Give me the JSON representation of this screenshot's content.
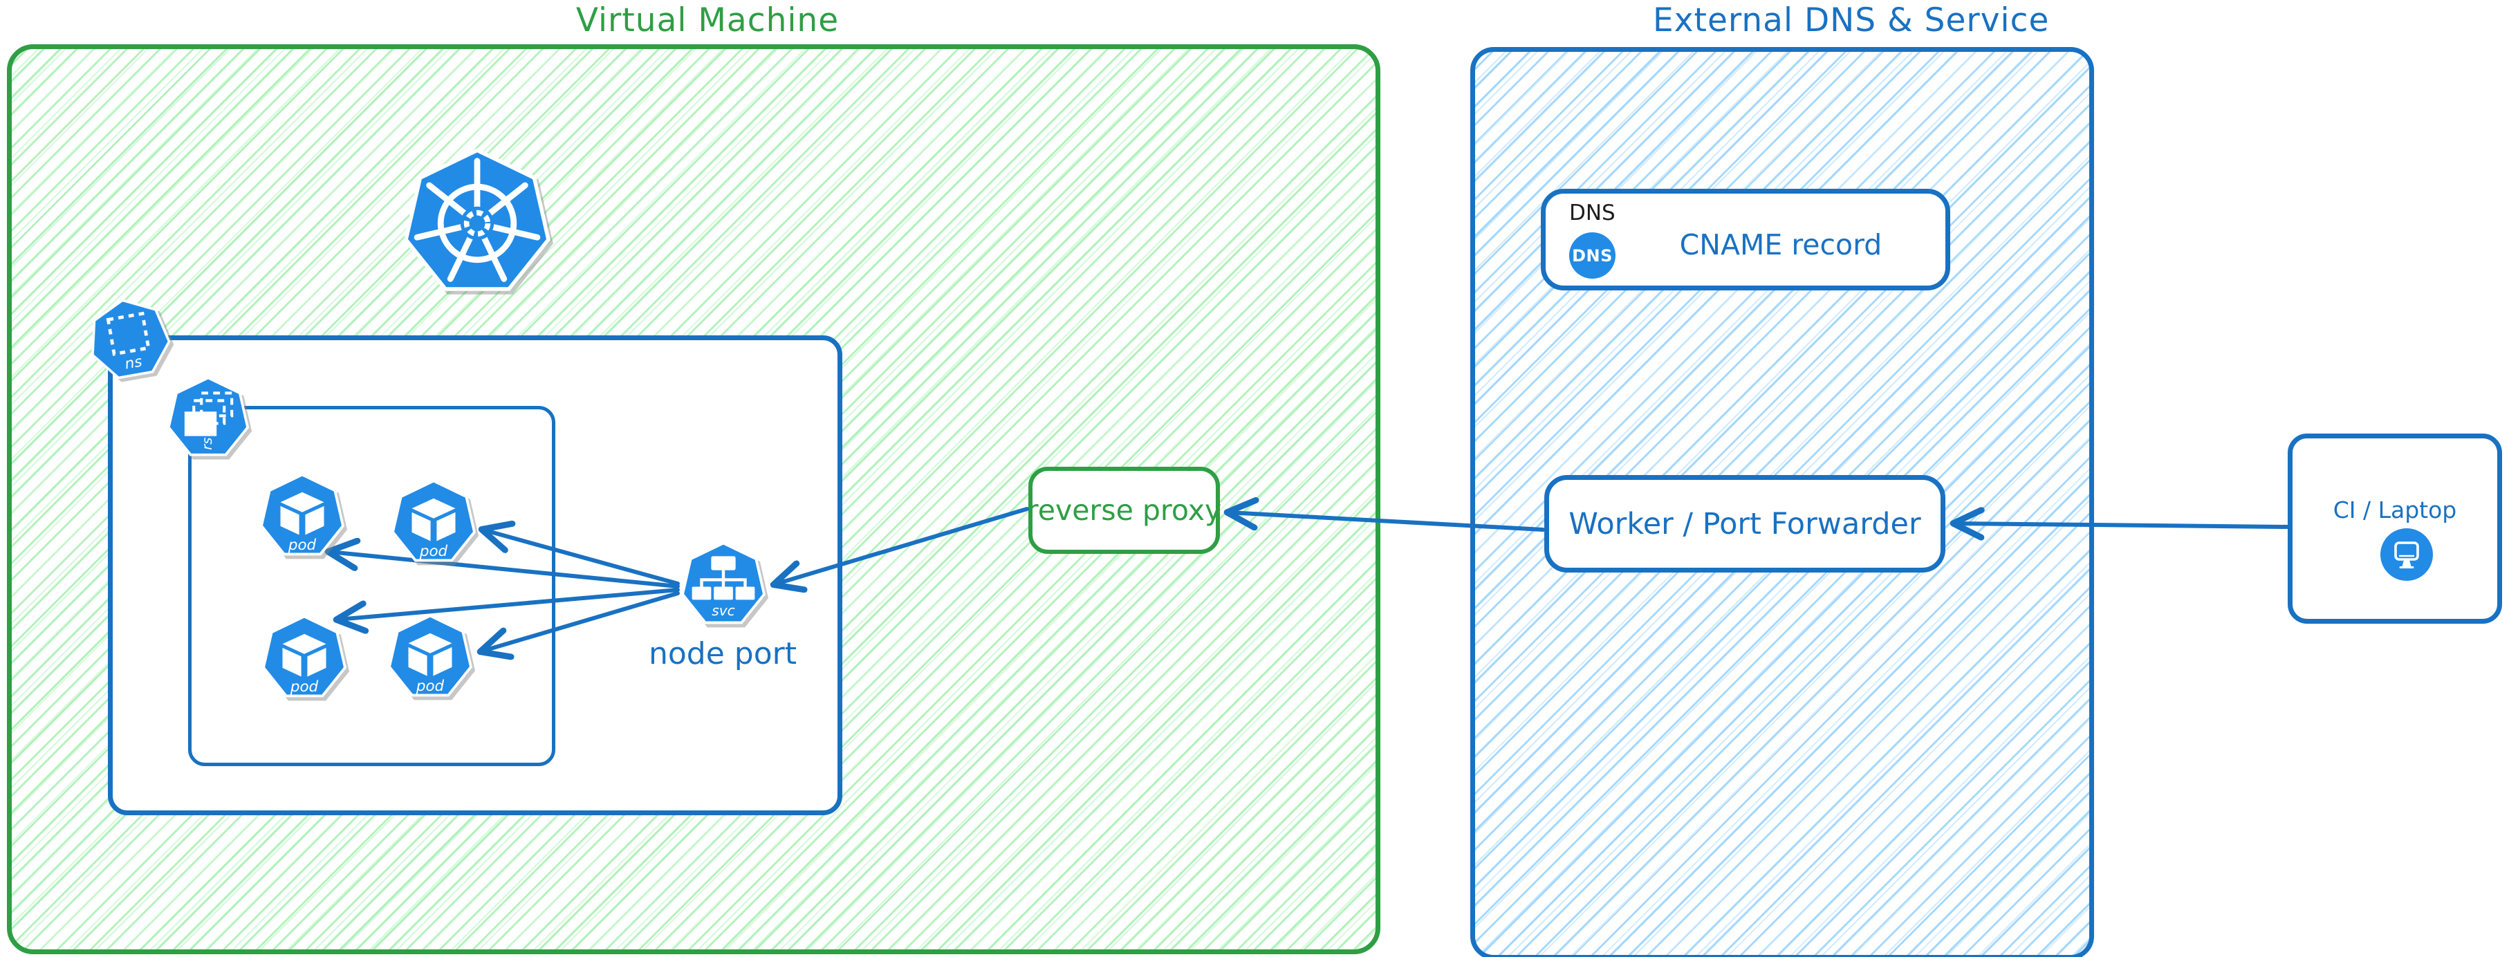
{
  "colors": {
    "green_stroke": "#2f9e44",
    "green_hatch": "#b2f2bb",
    "blue_stroke": "#1971c2",
    "blue_hatch": "#a5d8ff",
    "icon_blue": "#228be6",
    "text_black": "#1e1e1e"
  },
  "groups": {
    "vm": {
      "title": "Virtual Machine"
    },
    "external": {
      "title": "External DNS & Service"
    }
  },
  "kubernetes": {
    "namespace_label": "ns",
    "replicaset_label": "rs",
    "pods": [
      {
        "label": "pod"
      },
      {
        "label": "pod"
      },
      {
        "label": "pod"
      },
      {
        "label": "pod"
      }
    ],
    "service_label": "svc",
    "service_caption": "node port"
  },
  "nodes": {
    "reverse_proxy": {
      "label": "reverse proxy"
    },
    "dns": {
      "box_label": "DNS",
      "badge": "DNS",
      "record_label": "CNAME record"
    },
    "worker": {
      "label": "Worker / Port Forwarder"
    },
    "ci_laptop": {
      "label": "CI / Laptop"
    }
  },
  "connections": [
    {
      "from": "ci-laptop",
      "to": "worker-port-forwarder"
    },
    {
      "from": "worker-port-forwarder",
      "to": "reverse-proxy"
    },
    {
      "from": "reverse-proxy",
      "to": "node-port-service"
    },
    {
      "from": "node-port-service",
      "to": "pod-1"
    },
    {
      "from": "node-port-service",
      "to": "pod-2"
    },
    {
      "from": "node-port-service",
      "to": "pod-3"
    },
    {
      "from": "node-port-service",
      "to": "pod-4"
    }
  ]
}
